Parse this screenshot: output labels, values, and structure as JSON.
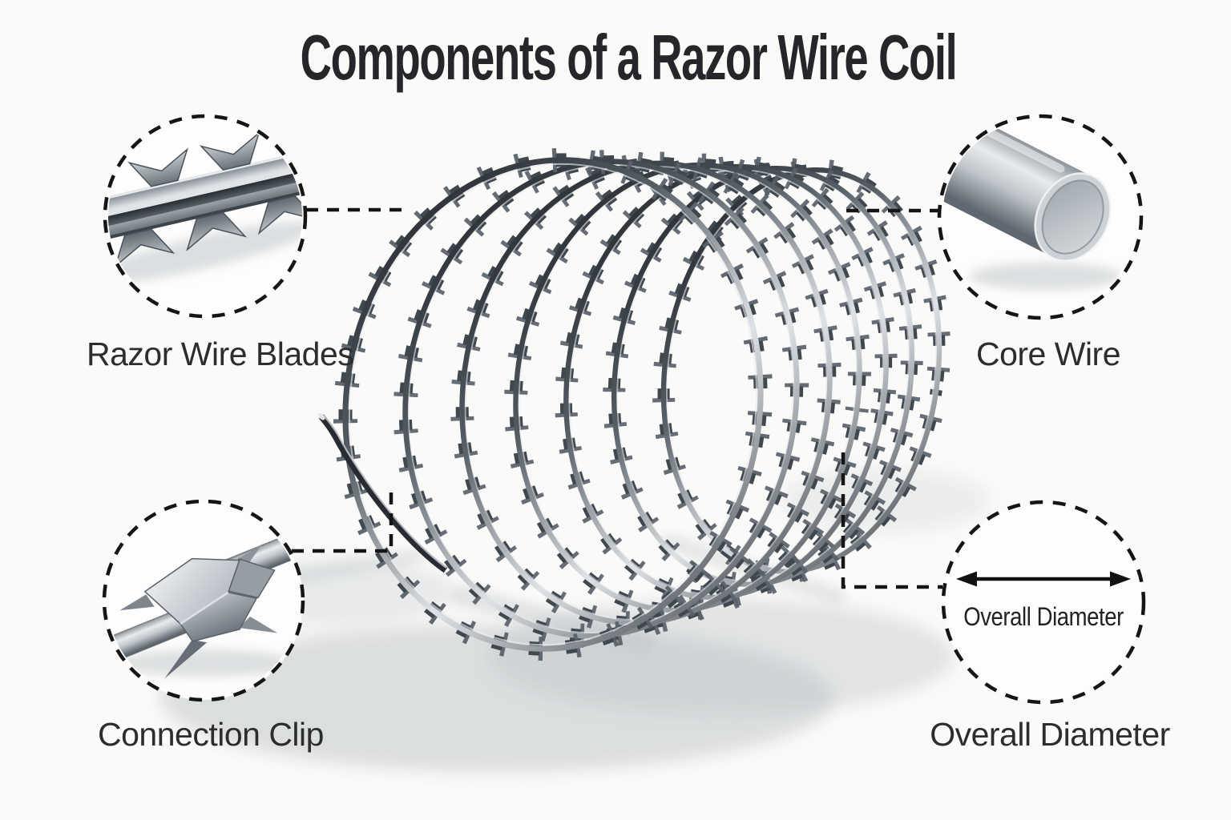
{
  "title": "Components of a Razor Wire Coil",
  "callouts": {
    "blades": {
      "label": "Razor Wire Blades"
    },
    "core": {
      "label": "Core Wire"
    },
    "clip": {
      "label": "Connection Clip"
    },
    "diameter": {
      "label": "Overall Diameter",
      "inner_label": "Overall Diameter"
    }
  },
  "icons": {
    "diameter_arrow": "left-right-arrow"
  },
  "colors": {
    "background": "#fafaf9",
    "text": "#2d2d30",
    "title_text": "#26262a",
    "dashed_line": "#151515",
    "steel_dark": "#2b3138",
    "steel_mid": "#848c94",
    "steel_light": "#e8ebed",
    "shadow": "#aeb3b7"
  }
}
